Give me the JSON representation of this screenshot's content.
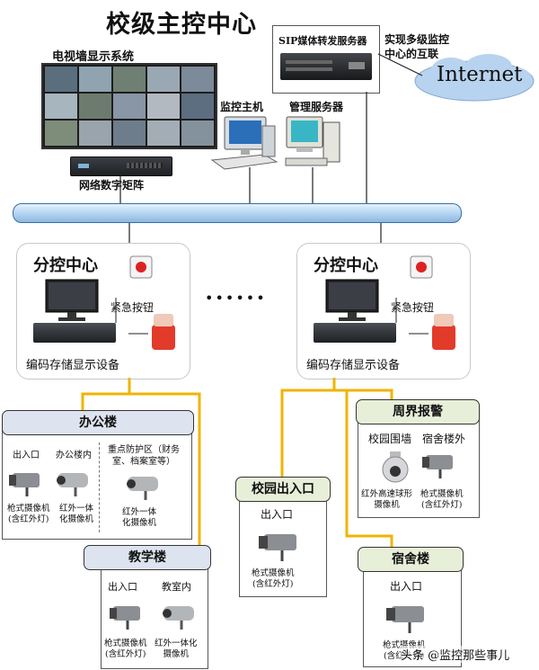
{
  "header": {
    "title": "校级主控中心",
    "tv_wall": "电视墙显示系统",
    "matrix": "网络数字矩阵",
    "monitor_host": "监控主机",
    "mgmt_server": "管理服务器",
    "sip_server": "SIP媒体转发服务器",
    "internet_note": "实现多级监控中心的互联",
    "internet": "Internet"
  },
  "sub_centers": [
    {
      "title": "分控中心",
      "alarm_button": "紧急按钮",
      "device": "编码存储显示设备"
    },
    {
      "title": "分控中心",
      "alarm_button": "紧急按钮",
      "device": "编码存储显示设备"
    }
  ],
  "ellipsis": "••••••",
  "office": {
    "title": "办公楼",
    "cols": [
      {
        "label": "出入口",
        "cam": "枪式摄像机\n(含红外灯)"
      },
      {
        "label": "办公楼内",
        "cam": "红外一体\n化摄像机"
      },
      {
        "label": "重点防护区（财务\n室、档案室等）",
        "cam": "红外一体\n化摄像机"
      }
    ]
  },
  "teaching": {
    "title": "教学楼",
    "cols": [
      {
        "label": "出入口",
        "cam": "枪式摄像机\n(含红外灯)"
      },
      {
        "label": "教室内",
        "cam": "红外一体化\n摄像机"
      }
    ]
  },
  "gate": {
    "title": "校园出入口",
    "label": "出入口",
    "cam": "枪式摄像机\n(含红外灯)"
  },
  "perimeter": {
    "title": "周界报警",
    "cols": [
      {
        "label": "校园围墙",
        "cam": "红外高速球形\n摄像机"
      },
      {
        "label": "宿舍楼外",
        "cam": "枪式摄像机\n(含红外灯)"
      }
    ]
  },
  "dorm": {
    "title": "宿舍楼",
    "label": "出入口",
    "cam": "枪式摄像机\n(含红外灯)"
  },
  "watermark": "头条 @监控那些事儿",
  "colors": {
    "bus": "#b9d8f3",
    "bus_stroke": "#3a6ea5",
    "feed": "#f0b400",
    "header_blue": "#dde4ef",
    "header_green": "#e8efd9"
  }
}
